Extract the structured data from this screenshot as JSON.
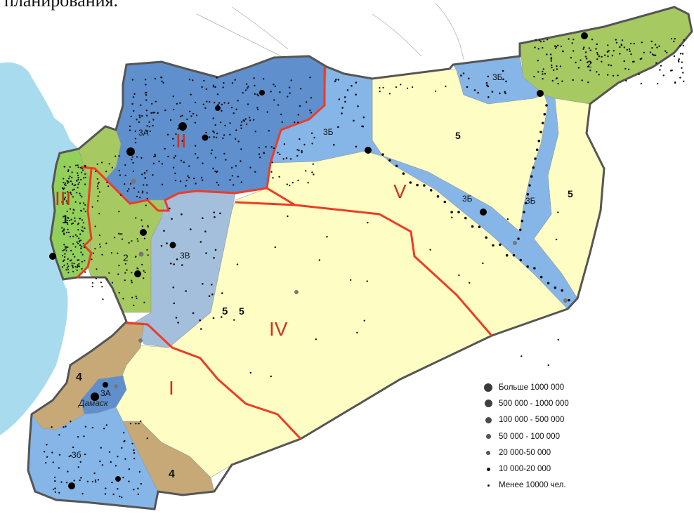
{
  "caption": "планирования.",
  "colors": {
    "sea": "#a9dbef",
    "zone_1": "#92cf5b",
    "zone_2": "#a7c962",
    "zone_3a": "#5f8fcc",
    "zone_3b": "#86b5e8",
    "zone_3v": "#a4bfdc",
    "zone_4": "#c6a976",
    "zone_5": "#fefec4",
    "border": "#ef3b24",
    "outline": "#555555"
  },
  "region_labels": {
    "I": "I",
    "II": "II",
    "III": "III",
    "IV": "IV",
    "V": "V"
  },
  "zone_labels": {
    "z1": "1",
    "z2_north": "2",
    "z2_west": "2",
    "z3a_north": "3А",
    "z3a_south": "3А",
    "z3b_north": "3Б",
    "z3b_east": "3Б",
    "z3b_center": "3Б",
    "z3b_corridor": "3Б",
    "z3b_south": "3б",
    "z3v": "3В",
    "z4_north": "4",
    "z4_south": "4",
    "z5_north": "5",
    "z5_east": "5",
    "z5_center_bold": "5",
    "z5_center": "5"
  },
  "city_label": "Дамаск",
  "legend": {
    "items": [
      {
        "label": "Больше 1000 000",
        "color": "#3a3a3a"
      },
      {
        "label": "500 000 - 1000 000",
        "color": "#404040"
      },
      {
        "label": "100 000 - 500 000",
        "color": "#4a4a4a"
      },
      {
        "label": "50 000 - 100 000",
        "color": "#555555"
      },
      {
        "label": "20 000-50 000",
        "color": "#555555"
      },
      {
        "label": "10 000-20 000",
        "color": "#111111"
      },
      {
        "label": "Менее 10000 чел.",
        "color": "#111111"
      }
    ]
  }
}
